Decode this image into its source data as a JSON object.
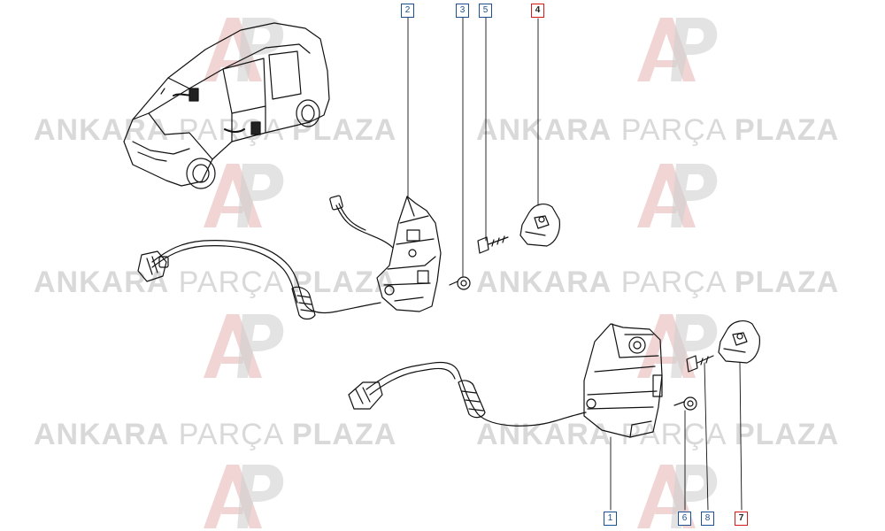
{
  "watermark": {
    "word1": "ANKARA",
    "word2": "PARÇA",
    "word3": "PLAZA",
    "logo_name": "AP logo",
    "color": "#d9d9d9",
    "logo_color_a": "#e6b3b3",
    "logo_color_b": "#d0d0d0"
  },
  "callouts": [
    {
      "label": "2",
      "highlighted": false
    },
    {
      "label": "3",
      "highlighted": false
    },
    {
      "label": "5",
      "highlighted": false
    },
    {
      "label": "4",
      "highlighted": true
    },
    {
      "label": "1",
      "highlighted": false
    },
    {
      "label": "6",
      "highlighted": false
    },
    {
      "label": "8",
      "highlighted": false
    },
    {
      "label": "7",
      "highlighted": true
    }
  ],
  "colors": {
    "line": "#111111",
    "callout_border": "#1b4f8f",
    "callout_highlight": "#d61a1a"
  }
}
